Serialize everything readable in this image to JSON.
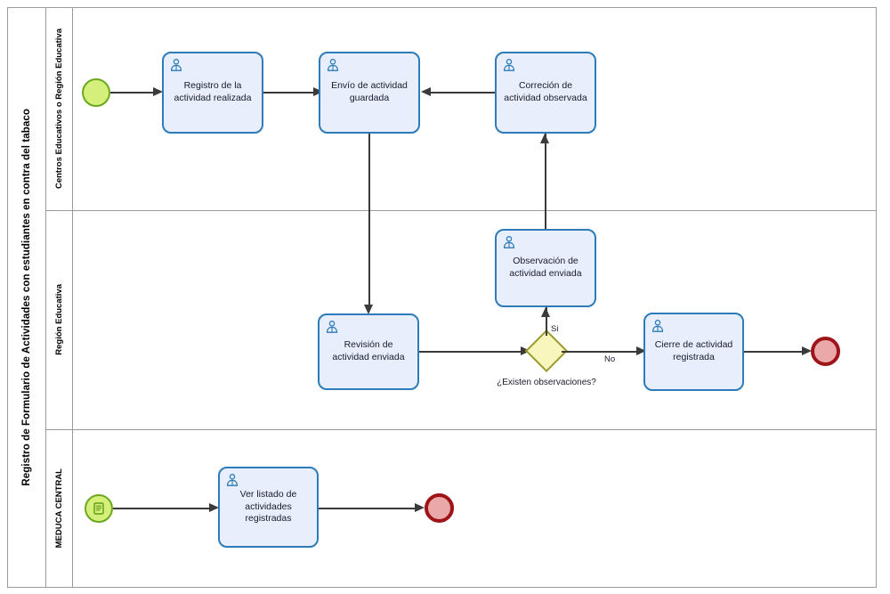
{
  "pool": {
    "title": "Registro de Formulario de Actividades con estudiantes en contra del tabaco"
  },
  "lanes": [
    {
      "id": "lane-centros",
      "label": "Centros Educativos o Región Educativa"
    },
    {
      "id": "lane-region",
      "label": "Región Educativa"
    },
    {
      "id": "lane-meduca",
      "label": "MEDUCA CENTRAL"
    }
  ],
  "tasks": [
    {
      "id": "task-registro",
      "label": "Registro de la actividad realizada",
      "icon": "user-task-icon"
    },
    {
      "id": "task-envio",
      "label": "Envío de actividad guardada",
      "icon": "user-task-icon"
    },
    {
      "id": "task-correccion",
      "label": "Correción de actividad observada",
      "icon": "user-task-icon"
    },
    {
      "id": "task-observacion",
      "label": "Observación de actividad enviada",
      "icon": "user-task-icon"
    },
    {
      "id": "task-revision",
      "label": "Revisión de actividad enviada",
      "icon": "user-task-icon"
    },
    {
      "id": "task-cierre",
      "label": "Cierre de actividad registrada",
      "icon": "user-task-icon"
    },
    {
      "id": "task-verlistado",
      "label": "Ver listado de actividades registradas",
      "icon": "user-task-icon"
    }
  ],
  "events": [
    {
      "id": "start-top",
      "type": "start",
      "icon": "none"
    },
    {
      "id": "end-region",
      "type": "end",
      "icon": "none"
    },
    {
      "id": "start-meduca",
      "type": "start",
      "icon": "document-icon"
    },
    {
      "id": "end-meduca",
      "type": "end",
      "icon": "none"
    }
  ],
  "gateway": {
    "id": "gateway-observaciones",
    "label": "¿Existen observaciones?",
    "branch_yes": "Si",
    "branch_no": "No"
  },
  "colors": {
    "task_fill": "#e8eefc",
    "task_stroke": "#2b7cb8",
    "start_fill": "#d5f07a",
    "start_stroke": "#6aa81e",
    "end_fill": "#eaa8a8",
    "end_stroke": "#9e1418",
    "gateway_fill": "#f8f5bd",
    "gateway_stroke": "#9a9a2e",
    "connector": "#3a3a3a",
    "frame": "#9a9a9a"
  }
}
